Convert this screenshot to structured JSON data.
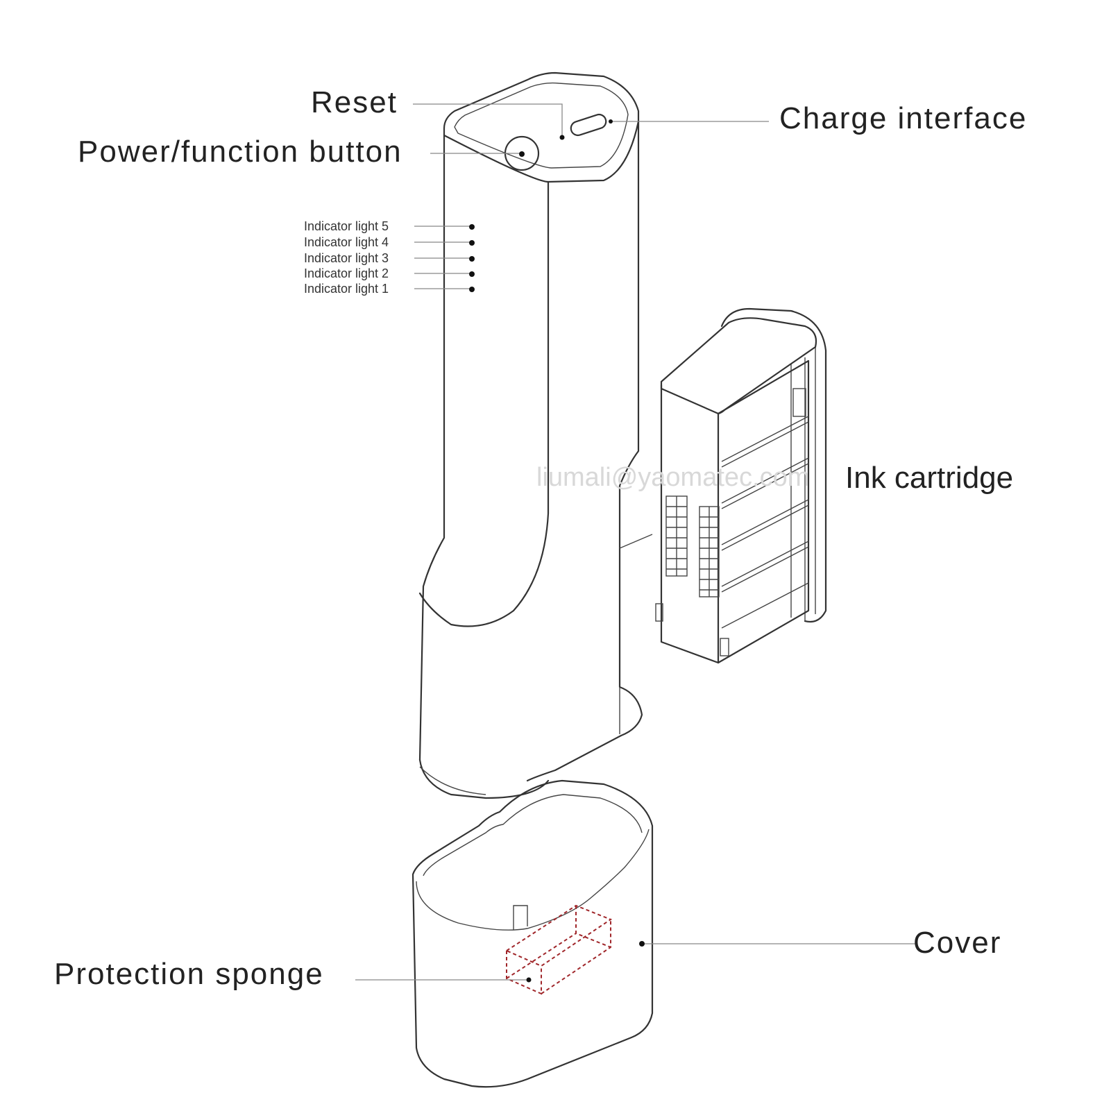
{
  "labels": {
    "reset": "Reset",
    "power_button": "Power/function button",
    "charge_interface": "Charge interface",
    "ink_cartridge": "Ink cartridge",
    "cover": "Cover",
    "protection_sponge": "Protection sponge",
    "indicator_lights": [
      "Indicator light 5",
      "Indicator light 4",
      "Indicator light 3",
      "Indicator light 2",
      "Indicator light 1"
    ]
  },
  "watermark": "liumali@yaomatec.com",
  "colors": {
    "outline": "#333333",
    "sponge_dashed": "#a0262a",
    "watermark": "#d8d8d8"
  }
}
